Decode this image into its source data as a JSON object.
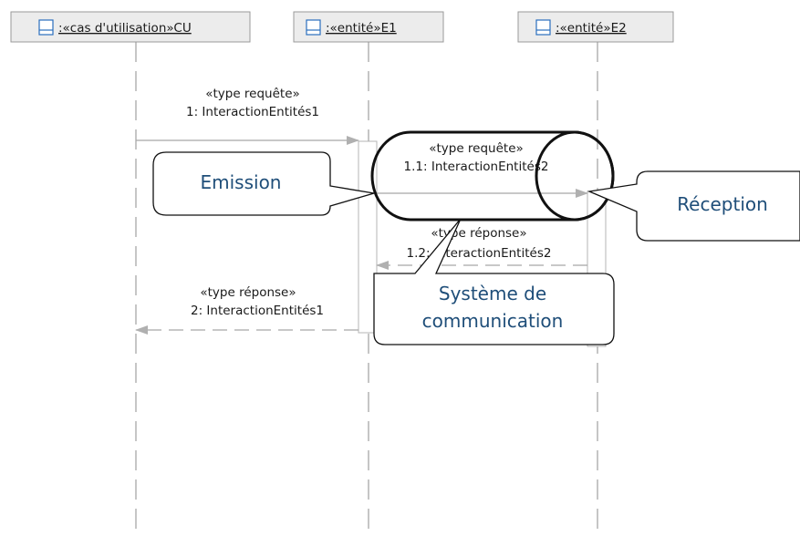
{
  "lifelines": [
    {
      "label": ":«cas d'utilisation»CU",
      "icon": "lifeline-icon"
    },
    {
      "label": ":«entité»E1",
      "icon": "lifeline-icon"
    },
    {
      "label": ":«entité»E2",
      "icon": "lifeline-icon"
    }
  ],
  "messages": [
    {
      "stereotype": "«type requête»",
      "name": "1: InteractionEntités1"
    },
    {
      "stereotype": "«type requête»",
      "name": "1.1: InteractionEntités2"
    },
    {
      "stereotype": "«type réponse»",
      "name": "1.2: InteractionEntités2"
    },
    {
      "stereotype": "«type réponse»",
      "name": "2: InteractionEntités1"
    }
  ],
  "callouts": {
    "emission": "Emission",
    "reception": "Réception",
    "system_line1": "Système de",
    "system_line2": "communication"
  },
  "colors": {
    "header_fill": "#ececec",
    "header_border": "#9a9a9a",
    "lifeline": "#8c8c8c",
    "arrow": "#a8a8a8",
    "callout_text": "#1f4e79",
    "icon": "#2a6fbd"
  }
}
